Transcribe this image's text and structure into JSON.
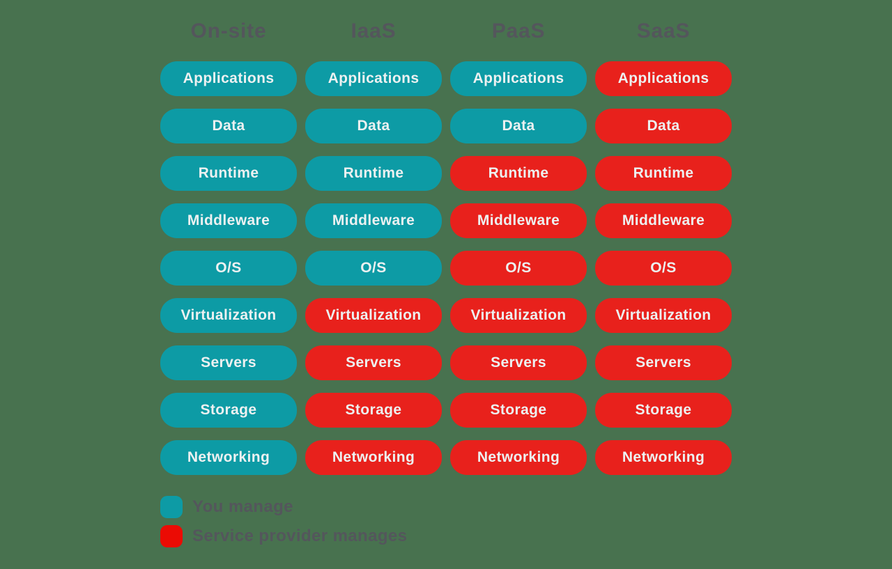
{
  "colors": {
    "background": "#48724F",
    "teal": "#0D9BA5",
    "red": "#E8211C",
    "legend_teal": "#0D9BA5",
    "legend_red": "#EB0B04",
    "heading_text": "#54565C",
    "pill_text": "#EDF1F1"
  },
  "rows": [
    "Applications",
    "Data",
    "Runtime",
    "Middleware",
    "O/S",
    "Virtualization",
    "Servers",
    "Storage",
    "Networking"
  ],
  "columns": [
    {
      "id": "on-site",
      "label": "On-site",
      "cells": [
        {
          "label": "Applications",
          "owner": "you"
        },
        {
          "label": "Data",
          "owner": "you"
        },
        {
          "label": "Runtime",
          "owner": "you"
        },
        {
          "label": "Middleware",
          "owner": "you"
        },
        {
          "label": "O/S",
          "owner": "you"
        },
        {
          "label": "Virtualization",
          "owner": "you"
        },
        {
          "label": "Servers",
          "owner": "you"
        },
        {
          "label": "Storage",
          "owner": "you"
        },
        {
          "label": "Networking",
          "owner": "you"
        }
      ]
    },
    {
      "id": "iaas",
      "label": "IaaS",
      "cells": [
        {
          "label": "Applications",
          "owner": "you"
        },
        {
          "label": "Data",
          "owner": "you"
        },
        {
          "label": "Runtime",
          "owner": "you"
        },
        {
          "label": "Middleware",
          "owner": "you"
        },
        {
          "label": "O/S",
          "owner": "you"
        },
        {
          "label": "Virtualization",
          "owner": "provider"
        },
        {
          "label": "Servers",
          "owner": "provider"
        },
        {
          "label": "Storage",
          "owner": "provider"
        },
        {
          "label": "Networking",
          "owner": "provider"
        }
      ]
    },
    {
      "id": "paas",
      "label": "PaaS",
      "cells": [
        {
          "label": "Applications",
          "owner": "you"
        },
        {
          "label": "Data",
          "owner": "you"
        },
        {
          "label": "Runtime",
          "owner": "provider"
        },
        {
          "label": "Middleware",
          "owner": "provider"
        },
        {
          "label": "O/S",
          "owner": "provider"
        },
        {
          "label": "Virtualization",
          "owner": "provider"
        },
        {
          "label": "Servers",
          "owner": "provider"
        },
        {
          "label": "Storage",
          "owner": "provider"
        },
        {
          "label": "Networking",
          "owner": "provider"
        }
      ]
    },
    {
      "id": "saas",
      "label": "SaaS",
      "cells": [
        {
          "label": "Applications",
          "owner": "provider"
        },
        {
          "label": "Data",
          "owner": "provider"
        },
        {
          "label": "Runtime",
          "owner": "provider"
        },
        {
          "label": "Middleware",
          "owner": "provider"
        },
        {
          "label": "O/S",
          "owner": "provider"
        },
        {
          "label": "Virtualization",
          "owner": "provider"
        },
        {
          "label": "Servers",
          "owner": "provider"
        },
        {
          "label": "Storage",
          "owner": "provider"
        },
        {
          "label": "Networking",
          "owner": "provider"
        }
      ]
    }
  ],
  "legend": [
    {
      "label": "You manage",
      "owner": "you"
    },
    {
      "label": "Service provider manages",
      "owner": "provider"
    }
  ]
}
